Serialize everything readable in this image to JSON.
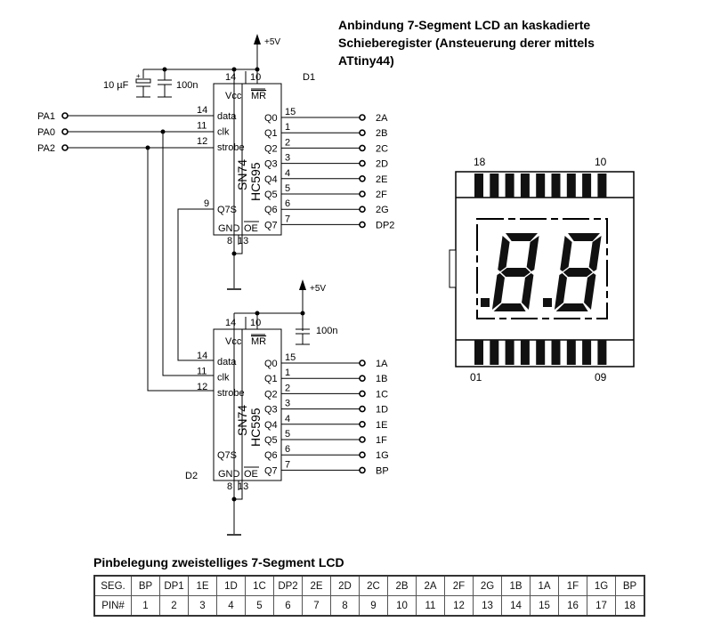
{
  "title": {
    "line1": "Anbindung 7-Segment LCD an kaskadierte",
    "line2": "Schieberegister (Ansteuerung derer mittels",
    "line3": "ATtiny44)"
  },
  "inputs": [
    "PA1",
    "PA0",
    "PA2"
  ],
  "supply": "+5V",
  "capacitors": {
    "elko": "10 µF",
    "c1": "100n",
    "c2": "100n"
  },
  "chip_common": {
    "part_line1": "SN74",
    "part_line2": "HC595",
    "vcc": "Vcc",
    "mr": "MR",
    "gnd": "GND",
    "oe": "OE",
    "q7s": "Q7S",
    "q7s_pin": "9",
    "top_pins": [
      "14",
      "10"
    ],
    "bottom_pins": [
      "8",
      "13"
    ],
    "input_pins": [
      {
        "pin": "14",
        "name": "data"
      },
      {
        "pin": "11",
        "name": "clk"
      },
      {
        "pin": "12",
        "name": "strobe"
      }
    ],
    "output_names": [
      "Q0",
      "Q1",
      "Q2",
      "Q3",
      "Q4",
      "Q5",
      "Q6",
      "Q7"
    ],
    "output_pins": [
      "15",
      "1",
      "2",
      "3",
      "4",
      "5",
      "6",
      "7"
    ]
  },
  "chips": [
    {
      "ref": "D1",
      "outputs": [
        "2A",
        "2B",
        "2C",
        "2D",
        "2E",
        "2F",
        "2G",
        "DP2"
      ]
    },
    {
      "ref": "D2",
      "outputs": [
        "1A",
        "1B",
        "1C",
        "1D",
        "1E",
        "1F",
        "1G",
        "BP"
      ]
    }
  ],
  "lcd": {
    "pin_top_left": "18",
    "pin_top_right": "10",
    "pin_bottom_left": "01",
    "pin_bottom_right": "09",
    "digits": 2
  },
  "pin_table": {
    "title": "Pinbelegung zweistelliges 7-Segment LCD",
    "seg_header": "SEG.",
    "pin_header": "PIN#",
    "segments": [
      "BP",
      "DP1",
      "1E",
      "1D",
      "1C",
      "DP2",
      "2E",
      "2D",
      "2C",
      "2B",
      "2A",
      "2F",
      "2G",
      "1B",
      "1A",
      "1F",
      "1G",
      "BP"
    ],
    "pins": [
      "1",
      "2",
      "3",
      "4",
      "5",
      "6",
      "7",
      "8",
      "9",
      "10",
      "11",
      "12",
      "13",
      "14",
      "15",
      "16",
      "17",
      "18"
    ]
  }
}
